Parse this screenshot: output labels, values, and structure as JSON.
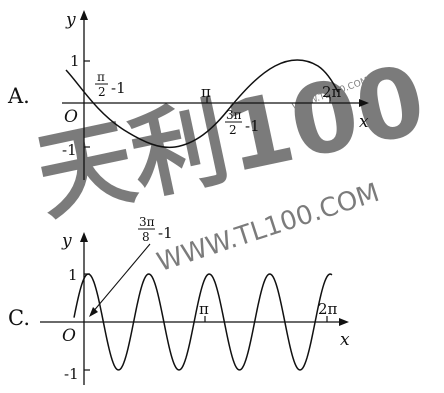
{
  "watermark": {
    "big_chars": "天利100",
    "site": "WWW.TL100.COM",
    "site_small": "WWW.TL100.COM",
    "colors": {
      "green": "#45b35a",
      "red": "#d53a3a",
      "blue": "#4a8fd6",
      "gray": "#b8c4cc"
    }
  },
  "option_a": {
    "letter": "A.",
    "axis_x": "x",
    "axis_y": "y",
    "origin": "O",
    "y_tick_pos": "1",
    "y_tick_neg": "-1",
    "label_pi": "π",
    "label_2pi": "2π",
    "label_1": {
      "num": "π",
      "den": "2",
      "tail": "-1"
    },
    "label_2": {
      "num": "3π",
      "den": "2",
      "tail": "-1"
    }
  },
  "option_c": {
    "letter": "C.",
    "axis_x": "x",
    "axis_y": "y",
    "origin": "O",
    "y_tick_pos": "1",
    "y_tick_neg": "-1",
    "label_pi": "π",
    "label_2pi": "2π",
    "label_1": {
      "num": "3π",
      "den": "8",
      "tail": "-1"
    }
  }
}
